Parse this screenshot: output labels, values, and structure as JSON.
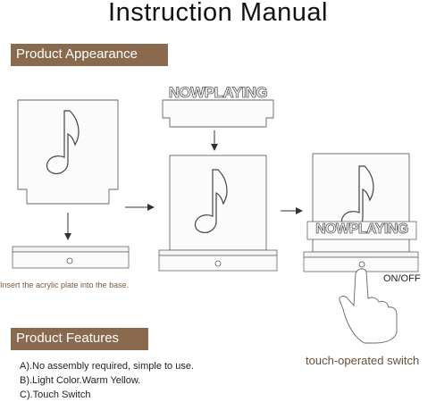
{
  "title": "Instruction  Manual",
  "sections": {
    "appearance": "Product Appearance",
    "features": "Product Features"
  },
  "diagram": {
    "sign_text": "NOWPLAYING",
    "insert_caption": "Insert the acrylic plate into the base.",
    "switch_label": "ON/OFF",
    "touch_caption": "touch-operated switch",
    "icon": "music-note-icon"
  },
  "features": [
    "A).No assembly required, simple to use.",
    "B).Light Color.Warm Yellow.",
    "C).Touch Switch"
  ],
  "colors": {
    "banner": "#8a6a4e",
    "caption_brown": "#7a5a3e"
  }
}
